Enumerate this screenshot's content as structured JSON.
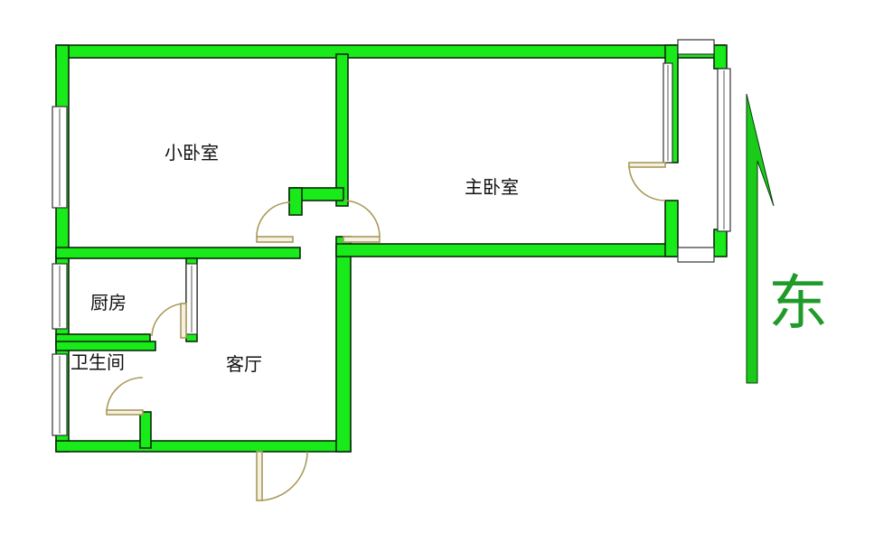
{
  "rooms": {
    "small_bedroom": "小卧室",
    "master_bedroom": "主卧室",
    "kitchen": "厨房",
    "bathroom": "卫生间",
    "living_room": "客厅"
  },
  "compass": {
    "direction_label": "东"
  },
  "colors": {
    "wall": "#19ea19",
    "door": "#a89a5a",
    "arrow": "#1acb1a",
    "compass_text": "#1f9b2a"
  }
}
